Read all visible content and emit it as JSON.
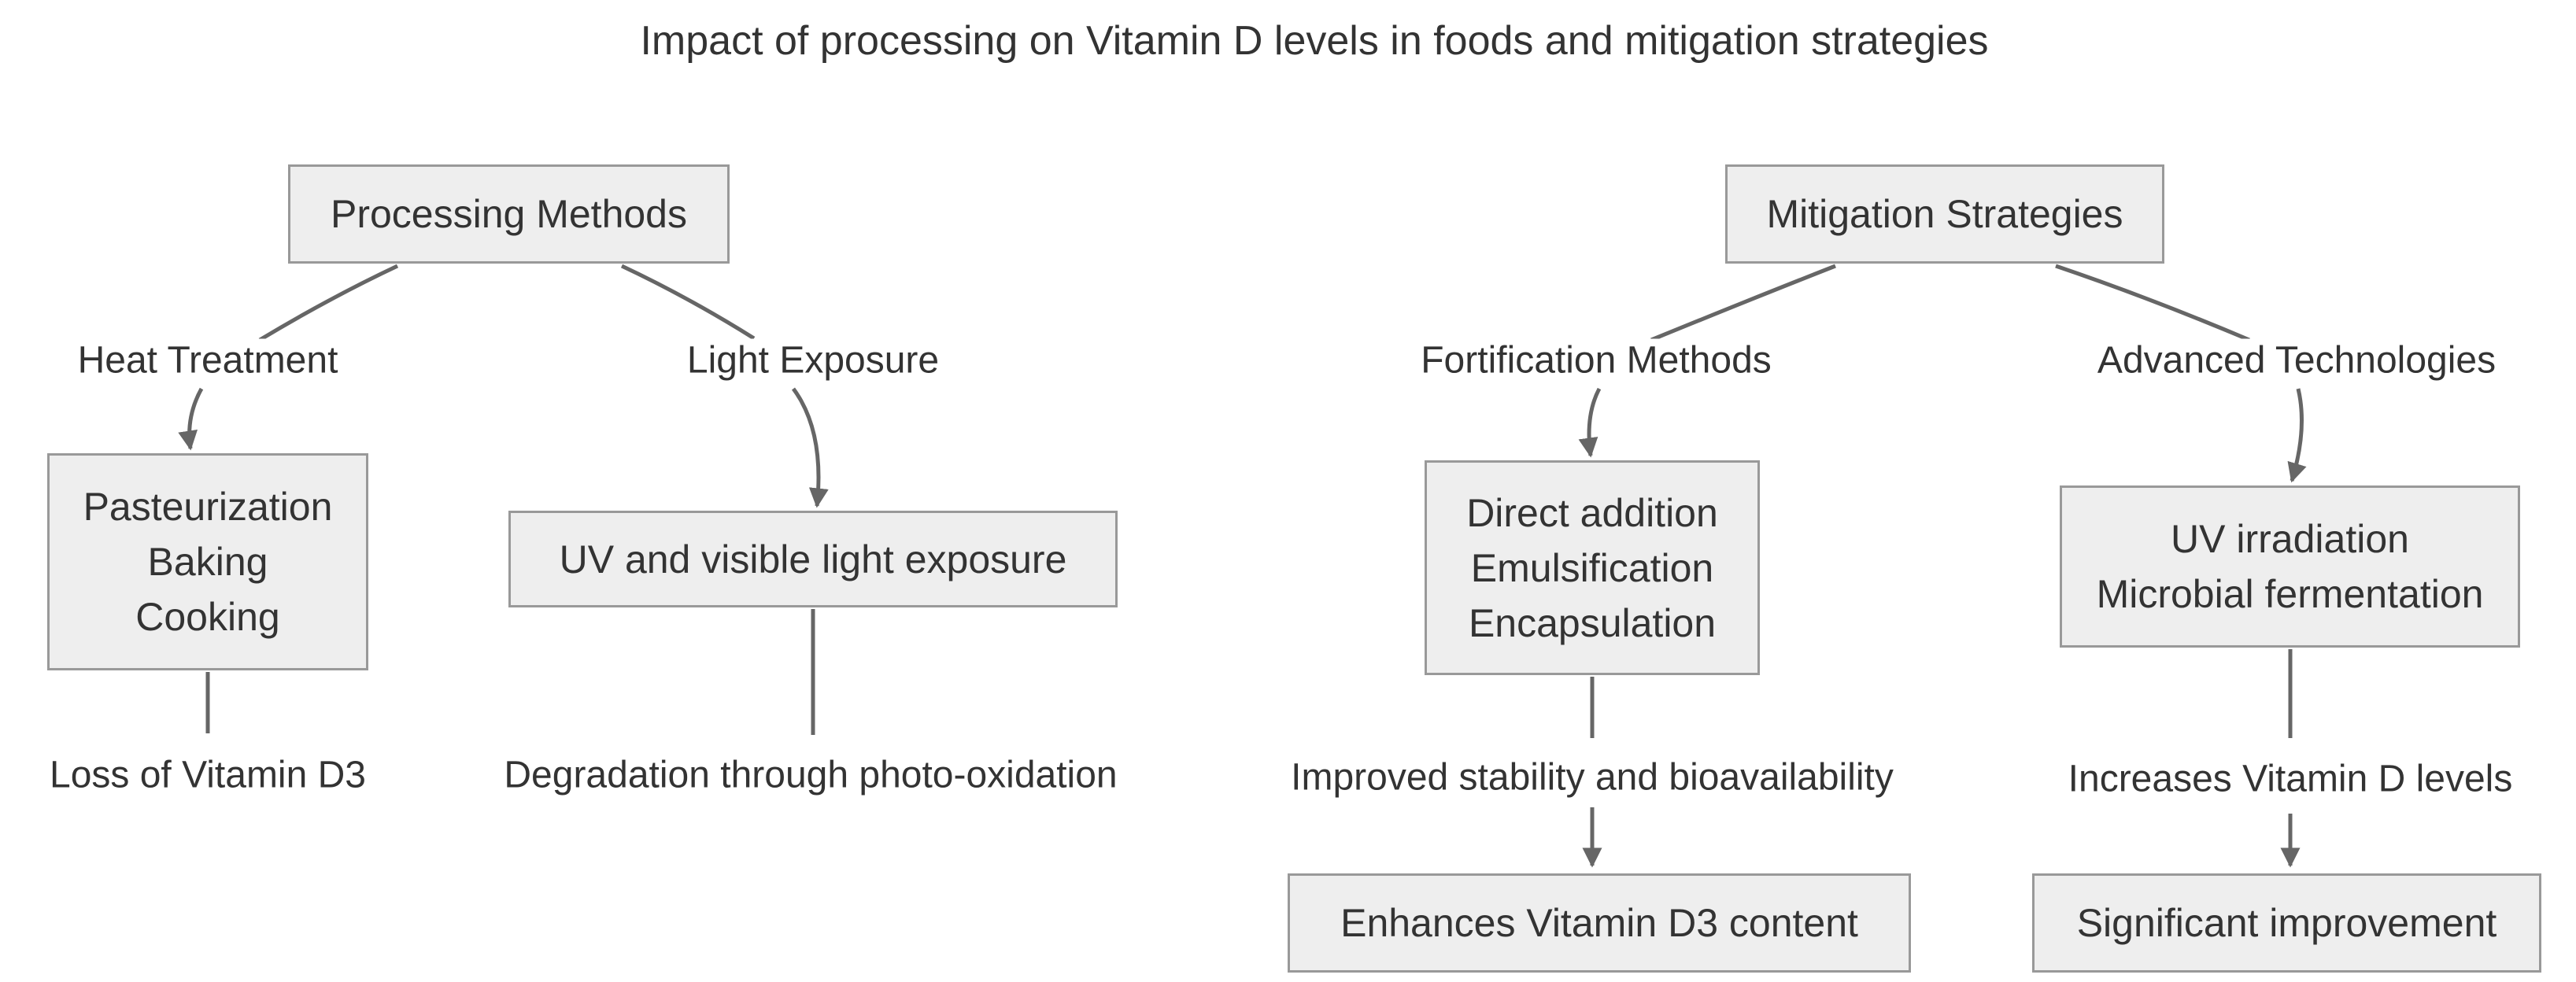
{
  "title": "Impact of processing on Vitamin D levels in foods and mitigation strategies",
  "colors": {
    "background": "#ffffff",
    "node_fill": "#eeeeee",
    "node_border": "#999999",
    "edge": "#666666",
    "text": "#333333"
  },
  "diagram": {
    "processing": {
      "root": "Processing Methods",
      "branches": {
        "heat": {
          "label": "Heat Treatment",
          "box_lines": [
            "Pasteurization",
            "Baking",
            "Cooking"
          ],
          "outcome": "Loss of Vitamin D3"
        },
        "light": {
          "label": "Light Exposure",
          "box_lines": [
            "UV and visible light exposure"
          ],
          "outcome": "Degradation through photo-oxidation"
        }
      }
    },
    "mitigation": {
      "root": "Mitigation Strategies",
      "branches": {
        "fortification": {
          "label": "Fortification Methods",
          "box_lines": [
            "Direct addition",
            "Emulsification",
            "Encapsulation"
          ],
          "outcome": "Improved stability and bioavailability",
          "result": "Enhances Vitamin D3 content"
        },
        "advanced": {
          "label": "Advanced Technologies",
          "box_lines": [
            "UV irradiation",
            "Microbial fermentation"
          ],
          "outcome": "Increases Vitamin D levels",
          "result": "Significant improvement"
        }
      }
    }
  }
}
